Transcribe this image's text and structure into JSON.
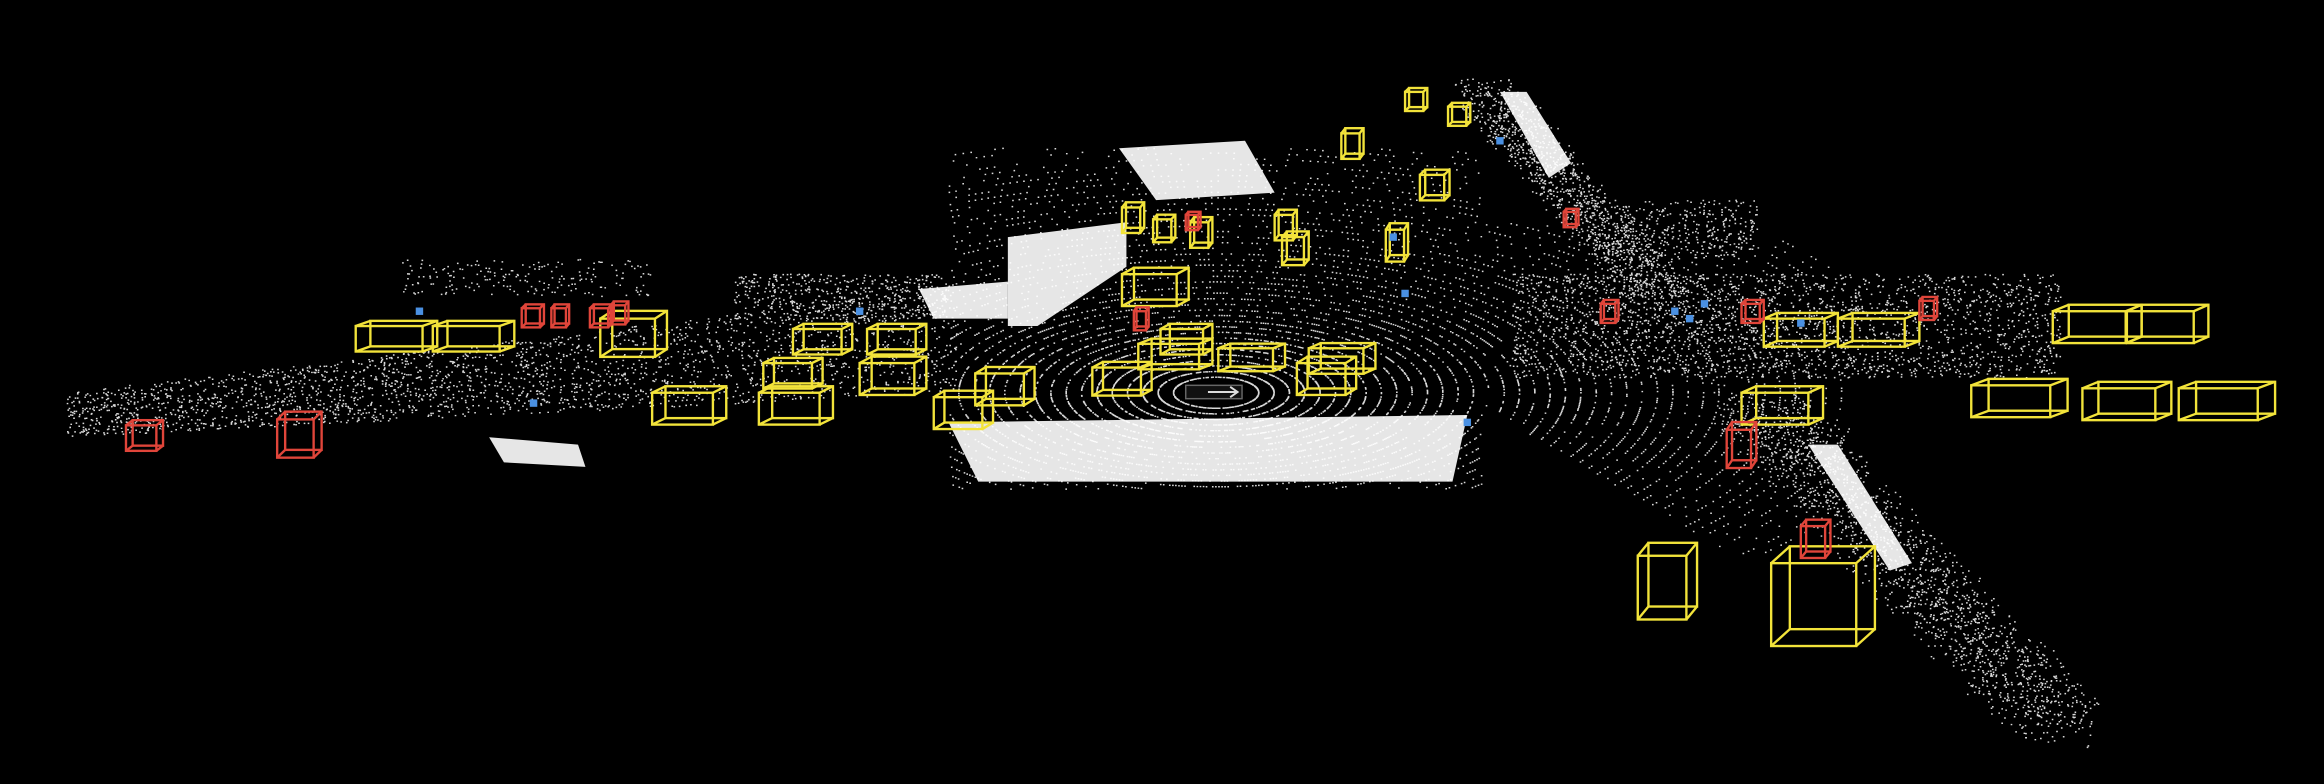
{
  "scene": {
    "type": "lidar-point-cloud-3d-detections",
    "colors": {
      "background": "#000000",
      "points": "#ffffff",
      "car_box": "#f2e33a",
      "pedestrian_box": "#e0453a",
      "cyclist_marker": "#4a90e2"
    },
    "counts": {
      "car_boxes": 38,
      "pedestrian_boxes": 14,
      "blue_markers": 11
    }
  }
}
